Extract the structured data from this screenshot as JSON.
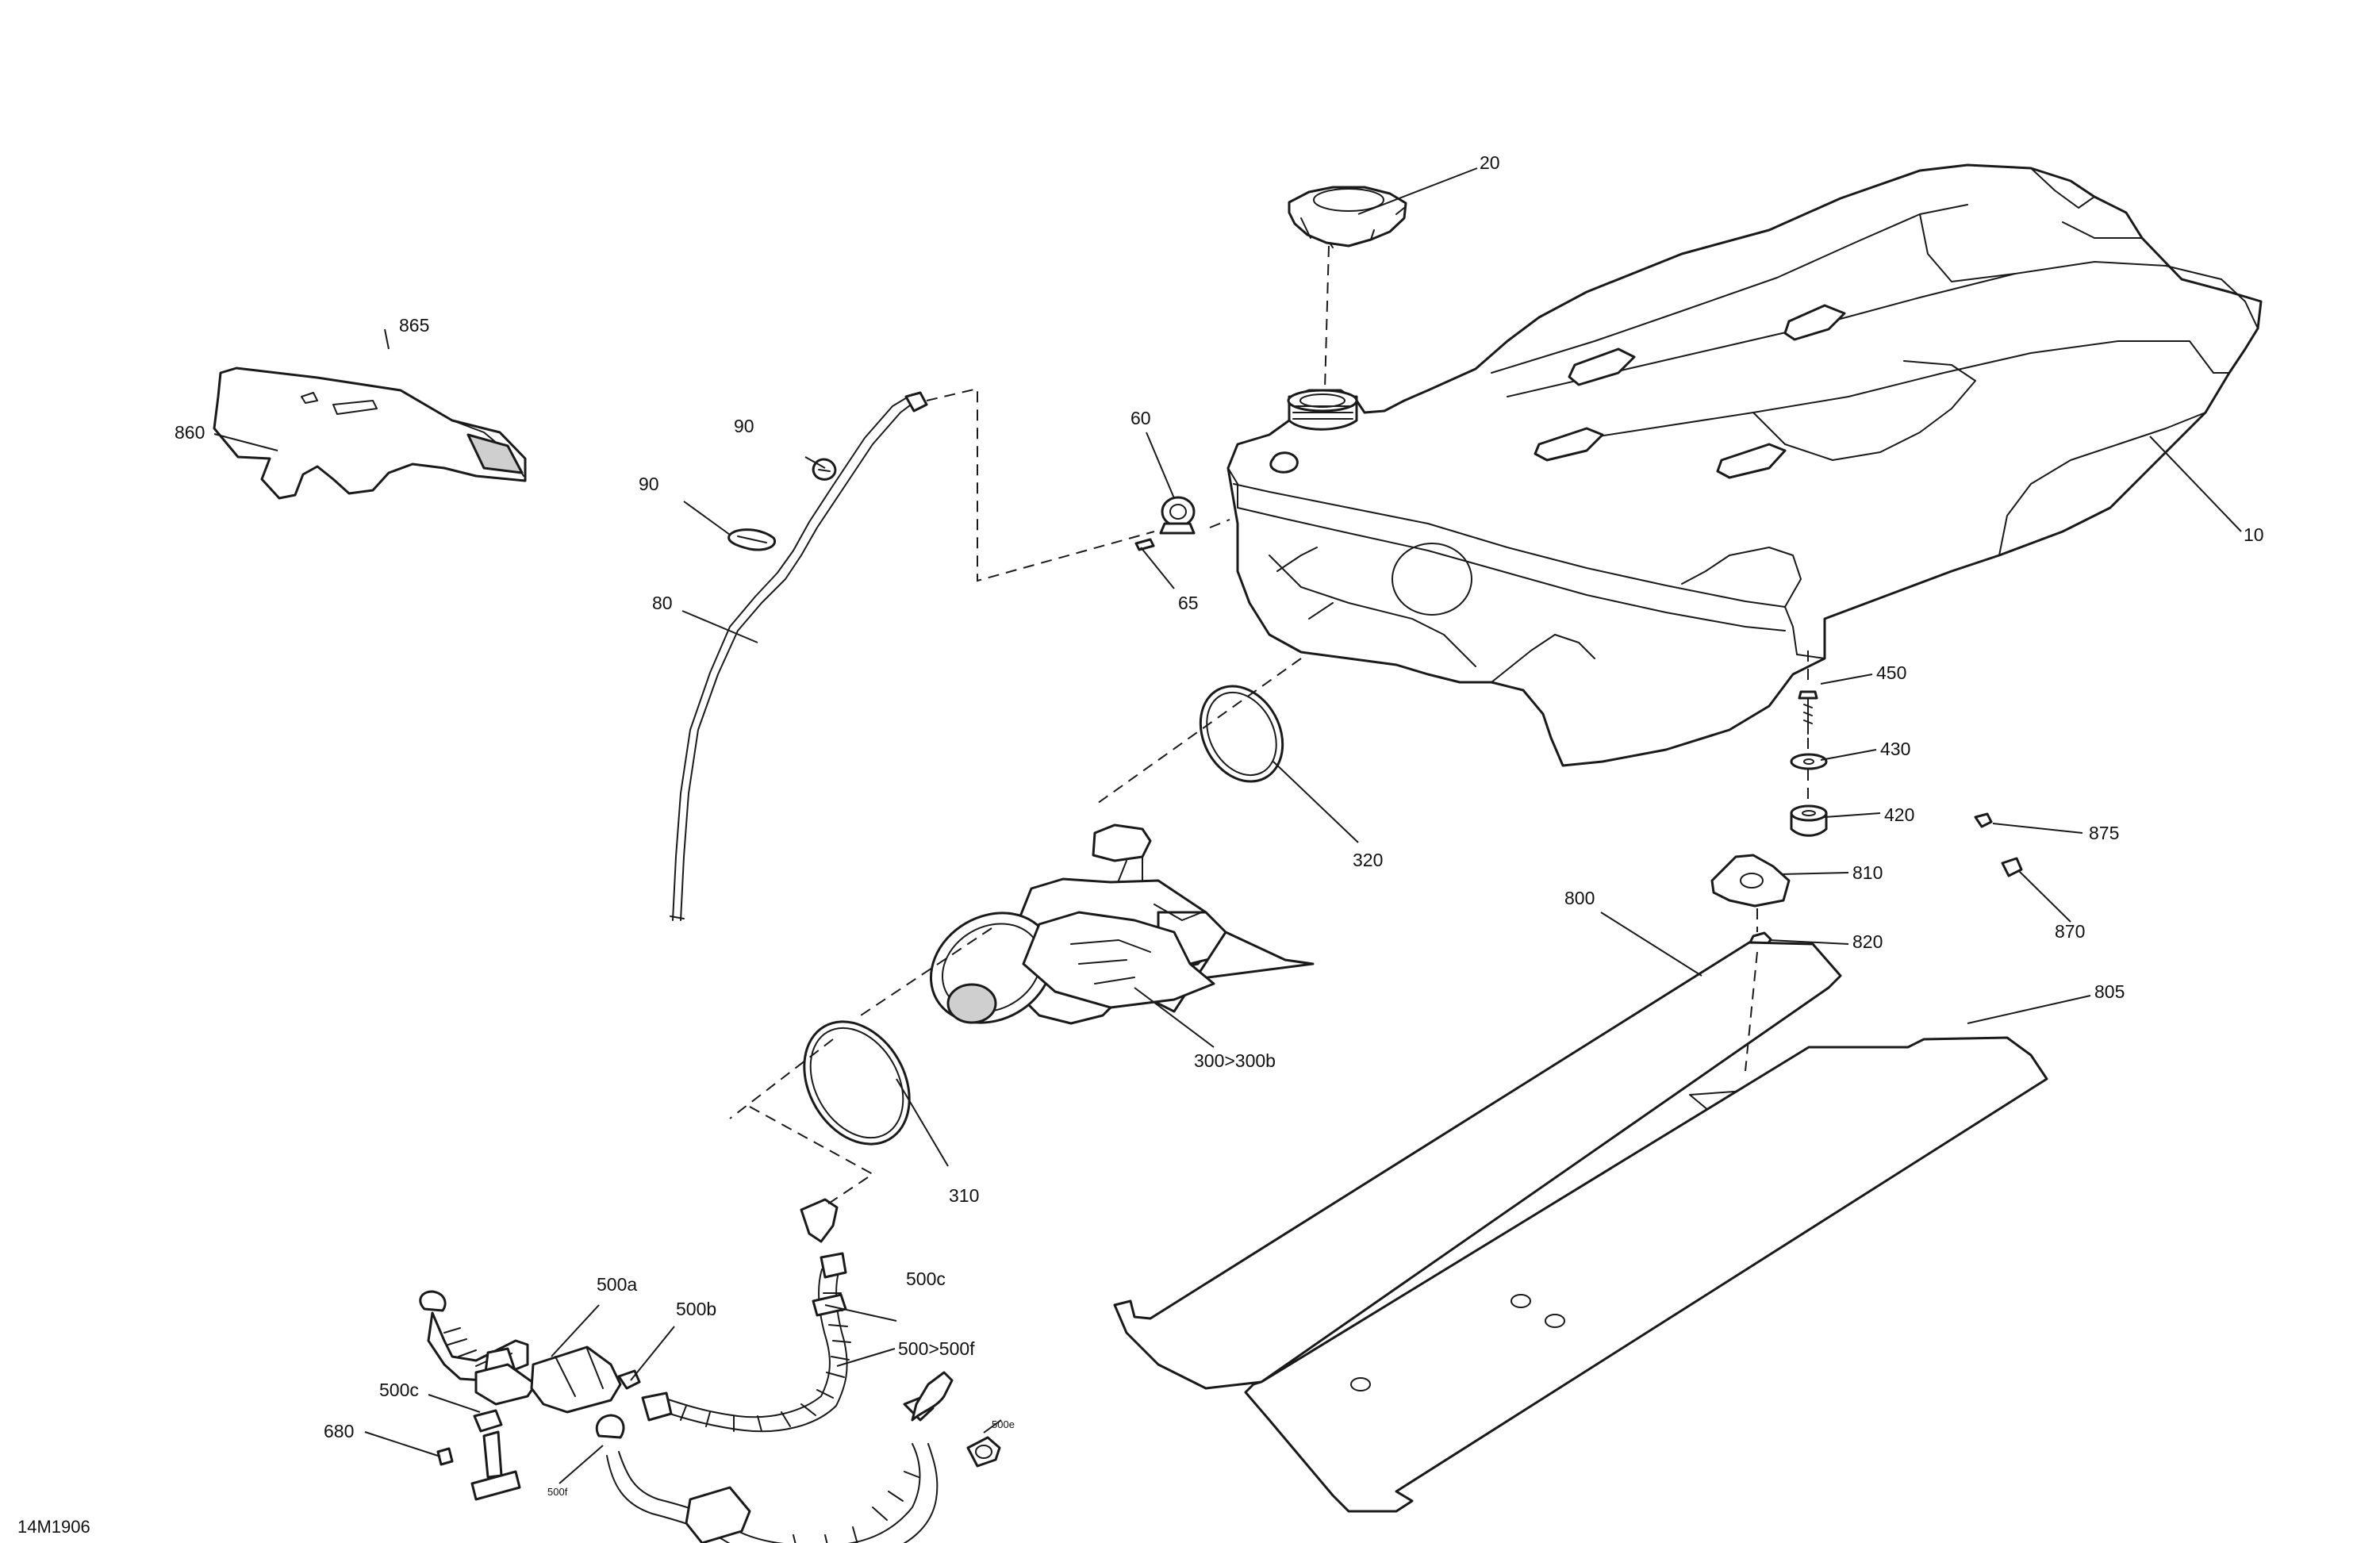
{
  "figure_id": "14M1906",
  "callouts": {
    "c10": "10",
    "c20": "20",
    "c60": "60",
    "c65": "65",
    "c80": "80",
    "c90a": "90",
    "c90b": "90",
    "c300": "300>300b",
    "c310": "310",
    "c320": "320",
    "c420": "420",
    "c430": "430",
    "c450": "450",
    "c500": "500>500f",
    "c500a": "500a",
    "c500b": "500b",
    "c500c_top": "500c",
    "c500c_left": "500c",
    "c500e": "500e",
    "c500f": "500f",
    "c680": "680",
    "c800": "800",
    "c805": "805",
    "c810": "810",
    "c820": "820",
    "c860": "860",
    "c865": "865",
    "c870": "870",
    "c875": "875"
  },
  "colors": {
    "line": "#1a1a1a",
    "background": "#ffffff",
    "shade": "#cfcfcf"
  }
}
